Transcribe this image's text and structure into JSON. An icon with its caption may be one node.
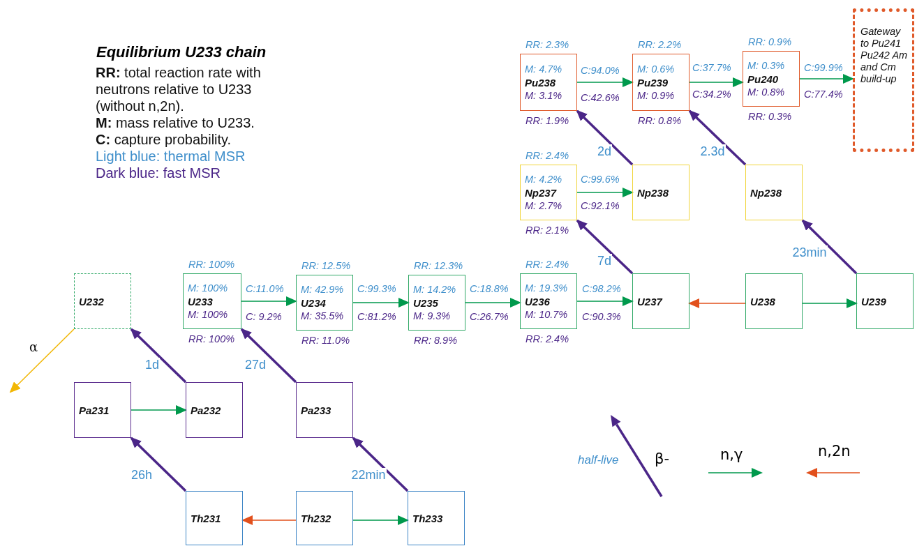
{
  "diagram": {
    "title": "Equilibrium U233 chain",
    "nodes": [
      {
        "text": [
          "M: 4.7%",
          "Pu238",
          "M: 3.1%"
        ],
        "beside": [
          "RR: 2.3%",
          "RR: 1.9%"
        ]
      },
      {
        "text": [
          "M: 0.6%",
          "Pu239",
          "M: 0.9%"
        ],
        "beside": [
          "RR: 2.2%",
          "RR: 0.8%"
        ]
      },
      {
        "text": [
          "M: 0.3%",
          "Pu240",
          "M: 0.8%"
        ],
        "beside": [
          "RR: 0.9%",
          "RR: 0.3%"
        ]
      },
      {
        "text": [
          "Gateway to Pu241 Pu242 Am and Cm build-up"
        ]
      },
      {
        "text": [
          "M: 4.2%",
          "Np237",
          "M: 2.7%"
        ],
        "beside": [
          "RR: 2.4%",
          "RR: 2.1%"
        ]
      },
      {
        "text": [
          "Np238"
        ]
      },
      {
        "text": [
          "Np238"
        ]
      },
      {
        "text": [
          "U232"
        ]
      },
      {
        "text": [
          "M: 100%",
          "U233",
          "M: 100%"
        ],
        "beside": [
          "RR: 100%",
          "RR: 100%"
        ]
      },
      {
        "text": [
          "M: 42.9%",
          "U234",
          "M: 35.5%"
        ],
        "beside": [
          "RR: 12.5%",
          "RR: 11.0%"
        ]
      },
      {
        "text": [
          "M: 14.2%",
          "U235",
          "M: 9.3%"
        ],
        "beside": [
          "RR: 12.3%",
          "RR: 8.9%"
        ]
      },
      {
        "text": [
          "M: 19.3%",
          "U236",
          "M: 10.7%"
        ],
        "beside": [
          "RR: 2.4%",
          "RR: 2.4%"
        ]
      },
      {
        "text": [
          "U237"
        ]
      },
      {
        "text": [
          "U238"
        ]
      },
      {
        "text": [
          "U239"
        ]
      },
      {
        "text": [
          "Pa231"
        ]
      },
      {
        "text": [
          "Pa232"
        ]
      },
      {
        "text": [
          "Pa233"
        ]
      },
      {
        "text": [
          "Th231"
        ]
      },
      {
        "text": [
          "Th232"
        ]
      },
      {
        "text": [
          "Th233"
        ]
      }
    ],
    "edges": [
      {
        "from": 0,
        "to": 1,
        "arrow": "to"
      },
      {
        "from": 1,
        "to": 2,
        "arrow": "to"
      },
      {
        "from": 2,
        "to": 3,
        "arrow": "to"
      },
      {
        "from": 4,
        "to": 5,
        "arrow": "to"
      },
      {
        "from": 8,
        "to": 9,
        "arrow": "to"
      },
      {
        "from": 9,
        "to": 10,
        "arrow": "to"
      },
      {
        "from": 10,
        "to": 11,
        "arrow": "to"
      },
      {
        "from": 11,
        "to": 12,
        "arrow": "to"
      },
      {
        "from": 13,
        "to": 14,
        "arrow": "to"
      },
      {
        "from": 13,
        "to": 12,
        "arrow": "to",
        "color": "#e2501c"
      },
      {
        "from": 15,
        "to": 16,
        "arrow": "to"
      },
      {
        "from": 19,
        "to": 20,
        "arrow": "to"
      },
      {
        "from": 19,
        "to": 18,
        "arrow": "to",
        "color": "#e2501c"
      },
      {
        "from": 16,
        "to": 7,
        "arrow": "to",
        "label": "1d",
        "style": "thick",
        "color": "#4b2688"
      },
      {
        "from": 17,
        "to": 8,
        "arrow": "to",
        "label": "27d",
        "style": "thick",
        "color": "#4b2688"
      },
      {
        "from": 18,
        "to": 15,
        "arrow": "to",
        "label": "26h",
        "style": "thick",
        "color": "#4b2688"
      },
      {
        "from": 20,
        "to": 17,
        "arrow": "to",
        "label": "22min",
        "style": "thick",
        "color": "#4b2688"
      },
      {
        "from": 12,
        "to": 4,
        "arrow": "to",
        "label": "7d",
        "style": "thick",
        "color": "#4b2688"
      },
      {
        "from": 5,
        "to": 0,
        "arrow": "to",
        "label": "2d",
        "style": "thick",
        "color": "#4b2688"
      },
      {
        "from": 6,
        "to": 1,
        "arrow": "to",
        "label": "2.3d",
        "style": "thick",
        "color": "#4b2688"
      },
      {
        "from": 14,
        "to": 6,
        "arrow": "to",
        "label": "23min",
        "style": "thick",
        "color": "#4b2688"
      },
      {
        "from": 7,
        "to": null,
        "arrow": "to",
        "label": "α",
        "color": "#f2b705"
      }
    ],
    "labels": [
      "**RR:** total reaction rate with neutrons relative to U233 (without n,2n).",
      "**M:** mass relative to U233.",
      "**C:** capture probability.",
      "Light blue: thermal MSR",
      "Dark blue: fast MSR",
      "C:94.0%",
      "C:42.6%",
      "C:37.7%",
      "C:34.2%",
      "C:99.9%",
      "C:77.4%",
      "C:99.6%",
      "C:92.1%",
      "C:11.0%",
      "C: 9.2%",
      "C:99.3%",
      "C:81.2%",
      "C:18.8%",
      "C:26.7%",
      "C:98.2%",
      "C:90.3%",
      "half-live"
    ],
    "legend": [
      {
        "text": "β-"
      },
      {
        "text": "n,γ"
      },
      {
        "text": "n,2n"
      }
    ]
  }
}
